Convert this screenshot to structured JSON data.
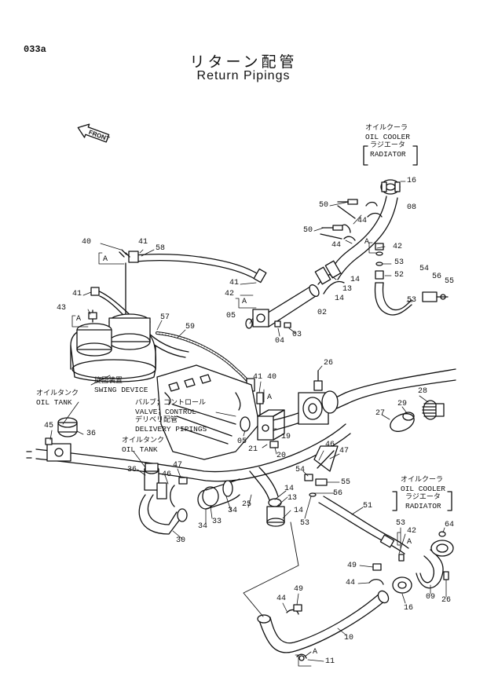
{
  "page_ref": "033a",
  "title_jp": "リターン配管",
  "title_en": "Return Pipings",
  "front_label": "FRONT",
  "callouts": {
    "oil_cooler_top": {
      "jp": "オイルクーラ",
      "en": "OIL COOLER",
      "jp2": "ラジエータ",
      "en2": "RADIATOR"
    },
    "oil_cooler_bottom": {
      "jp": "オイルクーラ",
      "en": "OIL COOLER",
      "jp2": "ラジエータ",
      "en2": "RADIATOR"
    },
    "swing_device": {
      "jp": "旋回装置",
      "en": "SWING DEVICE"
    },
    "oil_tank_left": {
      "jp": "オイルタンク",
      "en": "OIL TANK"
    },
    "oil_tank_mid": {
      "jp": "オイルタンク",
      "en": "OIL TANK"
    },
    "control_valve": {
      "jp": "バルブ；コントロール",
      "en": "VALVE；CONTROL",
      "jp2": "デリベリ配管",
      "en2": "DELIVERY PIPINGS"
    }
  },
  "part_numbers": [
    {
      "id": "p16a",
      "text": "16"
    },
    {
      "id": "p50a",
      "text": "50"
    },
    {
      "id": "p08",
      "text": "08"
    },
    {
      "id": "p44a",
      "text": "44"
    },
    {
      "id": "p50b",
      "text": "50"
    },
    {
      "id": "p44b",
      "text": "44"
    },
    {
      "id": "pAa",
      "text": "A"
    },
    {
      "id": "p42a",
      "text": "42"
    },
    {
      "id": "p53a",
      "text": "53"
    },
    {
      "id": "p52",
      "text": "52"
    },
    {
      "id": "p54a",
      "text": "54"
    },
    {
      "id": "p56a",
      "text": "56"
    },
    {
      "id": "p55a",
      "text": "55"
    },
    {
      "id": "p53b",
      "text": "53"
    },
    {
      "id": "p40a",
      "text": "40"
    },
    {
      "id": "p41a",
      "text": "41"
    },
    {
      "id": "p58",
      "text": "58"
    },
    {
      "id": "pAb",
      "text": "A"
    },
    {
      "id": "p14a",
      "text": "14"
    },
    {
      "id": "p13a",
      "text": "13"
    },
    {
      "id": "p14b",
      "text": "14"
    },
    {
      "id": "p41b",
      "text": "41"
    },
    {
      "id": "p42b",
      "text": "42"
    },
    {
      "id": "pAc",
      "text": "A"
    },
    {
      "id": "p02",
      "text": "02"
    },
    {
      "id": "p41c",
      "text": "41"
    },
    {
      "id": "p43",
      "text": "43"
    },
    {
      "id": "pAd",
      "text": "A"
    },
    {
      "id": "p57",
      "text": "57"
    },
    {
      "id": "p59",
      "text": "59"
    },
    {
      "id": "p05a",
      "text": "05"
    },
    {
      "id": "p04",
      "text": "04"
    },
    {
      "id": "p03",
      "text": "03"
    },
    {
      "id": "p26a",
      "text": "26"
    },
    {
      "id": "p41d",
      "text": "41"
    },
    {
      "id": "p40b",
      "text": "40"
    },
    {
      "id": "pAe",
      "text": "A"
    },
    {
      "id": "p28",
      "text": "28"
    },
    {
      "id": "p29",
      "text": "29"
    },
    {
      "id": "p27",
      "text": "27"
    },
    {
      "id": "p05b",
      "text": "05"
    },
    {
      "id": "p19",
      "text": "19"
    },
    {
      "id": "p21",
      "text": "21"
    },
    {
      "id": "p20",
      "text": "20"
    },
    {
      "id": "p45",
      "text": "45"
    },
    {
      "id": "p36a",
      "text": "36"
    },
    {
      "id": "p46a",
      "text": "46"
    },
    {
      "id": "p47a",
      "text": "47"
    },
    {
      "id": "p36b",
      "text": "36"
    },
    {
      "id": "p47b",
      "text": "47"
    },
    {
      "id": "p46b",
      "text": "46"
    },
    {
      "id": "p54b",
      "text": "54"
    },
    {
      "id": "p55b",
      "text": "55"
    },
    {
      "id": "p56b",
      "text": "56"
    },
    {
      "id": "p14c",
      "text": "14"
    },
    {
      "id": "p13b",
      "text": "13"
    },
    {
      "id": "p14d",
      "text": "14"
    },
    {
      "id": "p53c",
      "text": "53"
    },
    {
      "id": "p51",
      "text": "51"
    },
    {
      "id": "p34a",
      "text": "34"
    },
    {
      "id": "p34b",
      "text": "34"
    },
    {
      "id": "p33",
      "text": "33"
    },
    {
      "id": "p25",
      "text": "25"
    },
    {
      "id": "p30",
      "text": "30"
    },
    {
      "id": "p53d",
      "text": "53"
    },
    {
      "id": "p64",
      "text": "64"
    },
    {
      "id": "p42c",
      "text": "42"
    },
    {
      "id": "pAf",
      "text": "A"
    },
    {
      "id": "p49a",
      "text": "49"
    },
    {
      "id": "p44c",
      "text": "44"
    },
    {
      "id": "p49b",
      "text": "49"
    },
    {
      "id": "p44d",
      "text": "44"
    },
    {
      "id": "p16b",
      "text": "16"
    },
    {
      "id": "p09",
      "text": "09"
    },
    {
      "id": "p26b",
      "text": "26"
    },
    {
      "id": "p10",
      "text": "10"
    },
    {
      "id": "pAg",
      "text": "A"
    },
    {
      "id": "p11",
      "text": "11"
    }
  ]
}
